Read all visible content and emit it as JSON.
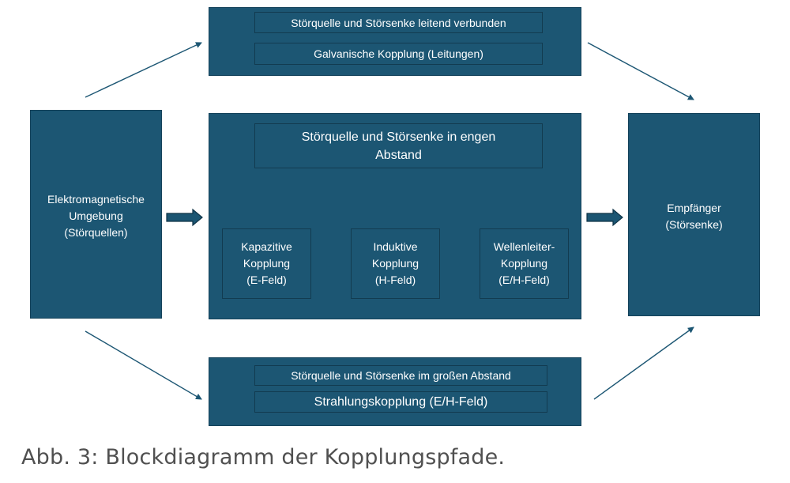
{
  "source_box": {
    "label": "Elektromagnetische\nUmgebung\n(Störquellen)"
  },
  "receiver_box": {
    "label": "Empfänger\n(Störsenke)"
  },
  "top_path": {
    "condition": "Störquelle und Störsenke leitend verbunden",
    "coupling": "Galvanische Kopplung (Leitungen)"
  },
  "middle_path": {
    "condition": "Störquelle und Störsenke in engen\nAbstand",
    "couplings": [
      "Kapazitive\nKopplung\n(E-Feld)",
      "Induktive\nKopplung\n(H-Feld)",
      "Wellenleiter-\nKopplung\n(E/H-Feld)"
    ]
  },
  "bottom_path": {
    "condition": "Störquelle und Störsenke im großen Abstand",
    "coupling": "Strahlungskopplung (E/H-Feld)"
  },
  "caption": "Abb. 3: Blockdiagramm der Kopplungspfade.",
  "colors": {
    "box_fill": "#1c5673",
    "box_border": "#14425a",
    "arrow": "#1c5673",
    "text": "#ffffff",
    "caption": "#505050"
  }
}
